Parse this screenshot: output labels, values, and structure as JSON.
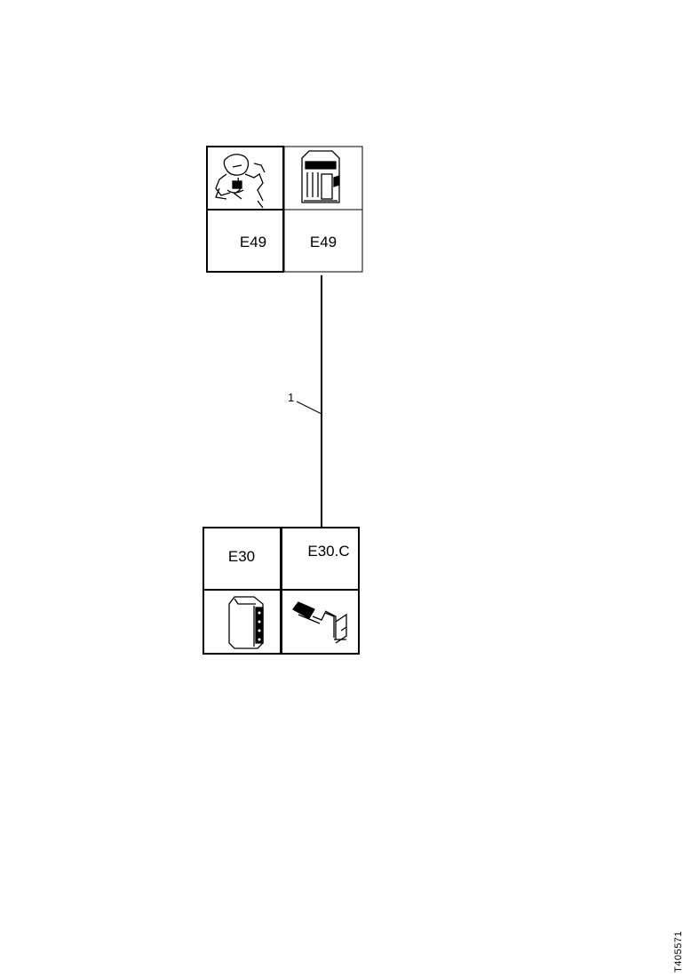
{
  "top_connector": {
    "left_label": "E49",
    "right_label": "E49",
    "left_icon": "component-sketch-icon",
    "right_icon": "connector-housing-icon"
  },
  "bottom_connector": {
    "left_label": "E30",
    "right_label": "E30.C",
    "left_icon": "connector-block-icon",
    "right_icon": "bracket-connector-icon"
  },
  "wire": {
    "callout": "1"
  },
  "document": {
    "id": "T405571"
  }
}
